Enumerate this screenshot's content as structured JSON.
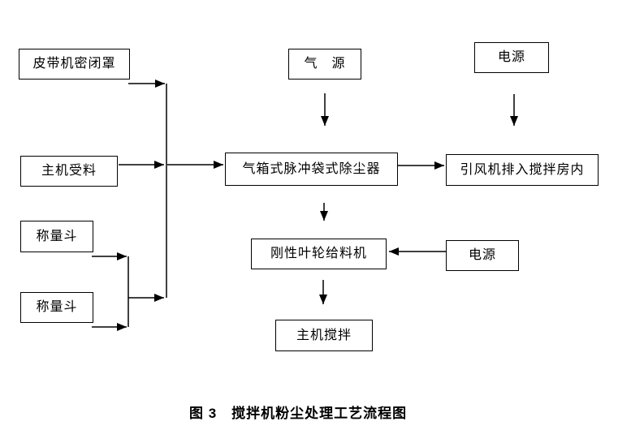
{
  "figure": {
    "caption": "图 3　搅拌机粉尘处理工艺流程图"
  },
  "colors": {
    "line": "#000000",
    "node_border": "#000000",
    "node_background": "#ffffff",
    "page_background": "#ffffff",
    "text": "#000000"
  },
  "flowchart": {
    "nodes": [
      {
        "id": "belt-cover",
        "label": "皮带机密闭罩"
      },
      {
        "id": "main-receive",
        "label": "主机受料"
      },
      {
        "id": "hopper-1",
        "label": "称量斗"
      },
      {
        "id": "hopper-2",
        "label": "称量斗"
      },
      {
        "id": "air-source",
        "label": "气　源"
      },
      {
        "id": "power-top",
        "label": "电源"
      },
      {
        "id": "dust-collector",
        "label": "气箱式脉冲袋式除尘器"
      },
      {
        "id": "fan-exhaust",
        "label": "引风机排入搅拌房内"
      },
      {
        "id": "impeller-feeder",
        "label": "刚性叶轮给料机"
      },
      {
        "id": "power-feeder",
        "label": "电源"
      },
      {
        "id": "main-mixing",
        "label": "主机搅拌"
      }
    ],
    "edges": [
      {
        "from": "belt-cover",
        "to": "dust-collector"
      },
      {
        "from": "main-receive",
        "to": "dust-collector"
      },
      {
        "from": "hopper-1",
        "to": "dust-collector"
      },
      {
        "from": "hopper-2",
        "to": "dust-collector"
      },
      {
        "from": "air-source",
        "to": "dust-collector"
      },
      {
        "from": "power-top",
        "to": "fan-exhaust"
      },
      {
        "from": "dust-collector",
        "to": "fan-exhaust"
      },
      {
        "from": "dust-collector",
        "to": "impeller-feeder"
      },
      {
        "from": "power-feeder",
        "to": "impeller-feeder"
      },
      {
        "from": "impeller-feeder",
        "to": "main-mixing"
      }
    ]
  }
}
